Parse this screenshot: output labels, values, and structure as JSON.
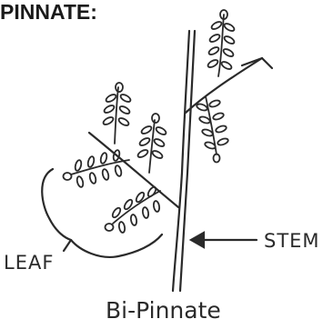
{
  "title": "PINNATE:",
  "labels": {
    "stem": "STEM",
    "leaf": "LEAF",
    "caption": "Bi-Pinnate"
  },
  "colors": {
    "ink": "#2a2a2a",
    "background": "#ffffff"
  }
}
